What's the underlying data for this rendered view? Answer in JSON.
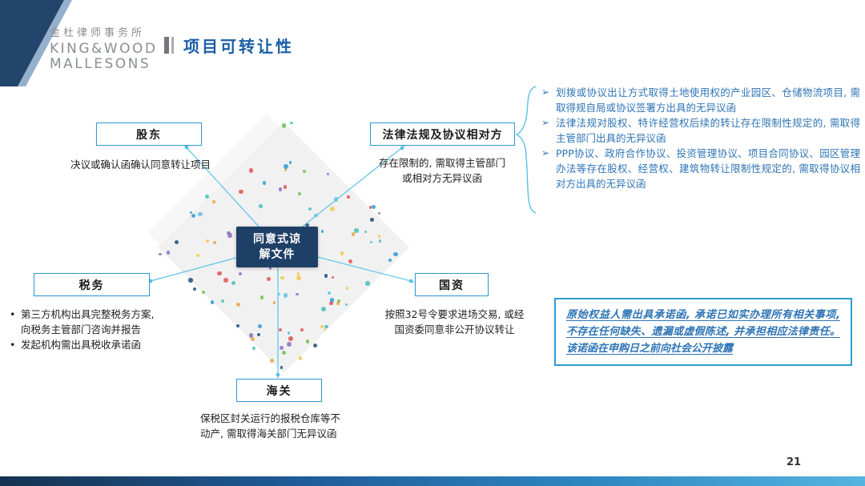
{
  "logo": {
    "chinese": "金杜律师事务所",
    "english_line1": "KING&WOOD",
    "english_line2": "MALLESONS"
  },
  "header": {
    "title": "项目可转让性"
  },
  "diagram": {
    "center_box": {
      "text": "同意式谅\n解文件"
    },
    "nodes": {
      "shareholder": {
        "label": "股东",
        "desc": "决议或确认函确认同意转让项目"
      },
      "legal": {
        "label": "法律法规及协议相对方",
        "desc": "存在限制的, 需取得主管部门\n或相对方无异议函"
      },
      "tax": {
        "label": "税务",
        "bullet_char": "•",
        "bullets": [
          "第三方机构出具完整税务方案,\n向税务主管部门咨询并报告",
          "发起机构需出具税收承诺函"
        ]
      },
      "state_assets": {
        "label": "国资",
        "desc": "按照32号令要求进场交易, 或经\n国资委同意非公开协议转让"
      },
      "customs": {
        "label": "海关",
        "desc": "保税区封关运行的报税仓库等不\n动产, 需取得海关部门无异议函"
      }
    }
  },
  "right_panel": {
    "bullet_char": "➢",
    "bullets": [
      "划拨或协议出让方式取得土地使用权的产业园区、仓储物流项目, 需取得规自局或协议签署方出具的无异议函",
      "法律法规对股权、特许经营权后续的转让存在限制性规定的, 需取得主管部门出具的无异议函",
      "PPP协议、政府合作协议、投资管理协议、项目合同协议、园区管理办法等存在股权、经营权、建筑物转让限制性规定的, 需取得协议相对方出具的无异议函"
    ]
  },
  "commitment_box": {
    "text": "原始权益人需出具承诺函, 承诺已如实办理所有相关事项, 不存在任何缺失、遗漏或虚假陈述, 并承担相应法律责任。该诺函在申购日之前向社会公开披露"
  },
  "footer": {
    "page_number": "21"
  },
  "colors": {
    "accent_blue": "#2e9bd6",
    "connector_blue": "#5bc2e7",
    "dark_navy": "#1e3f66",
    "title_blue": "#1b5ea6",
    "panel_text_blue": "#2e74b5"
  }
}
